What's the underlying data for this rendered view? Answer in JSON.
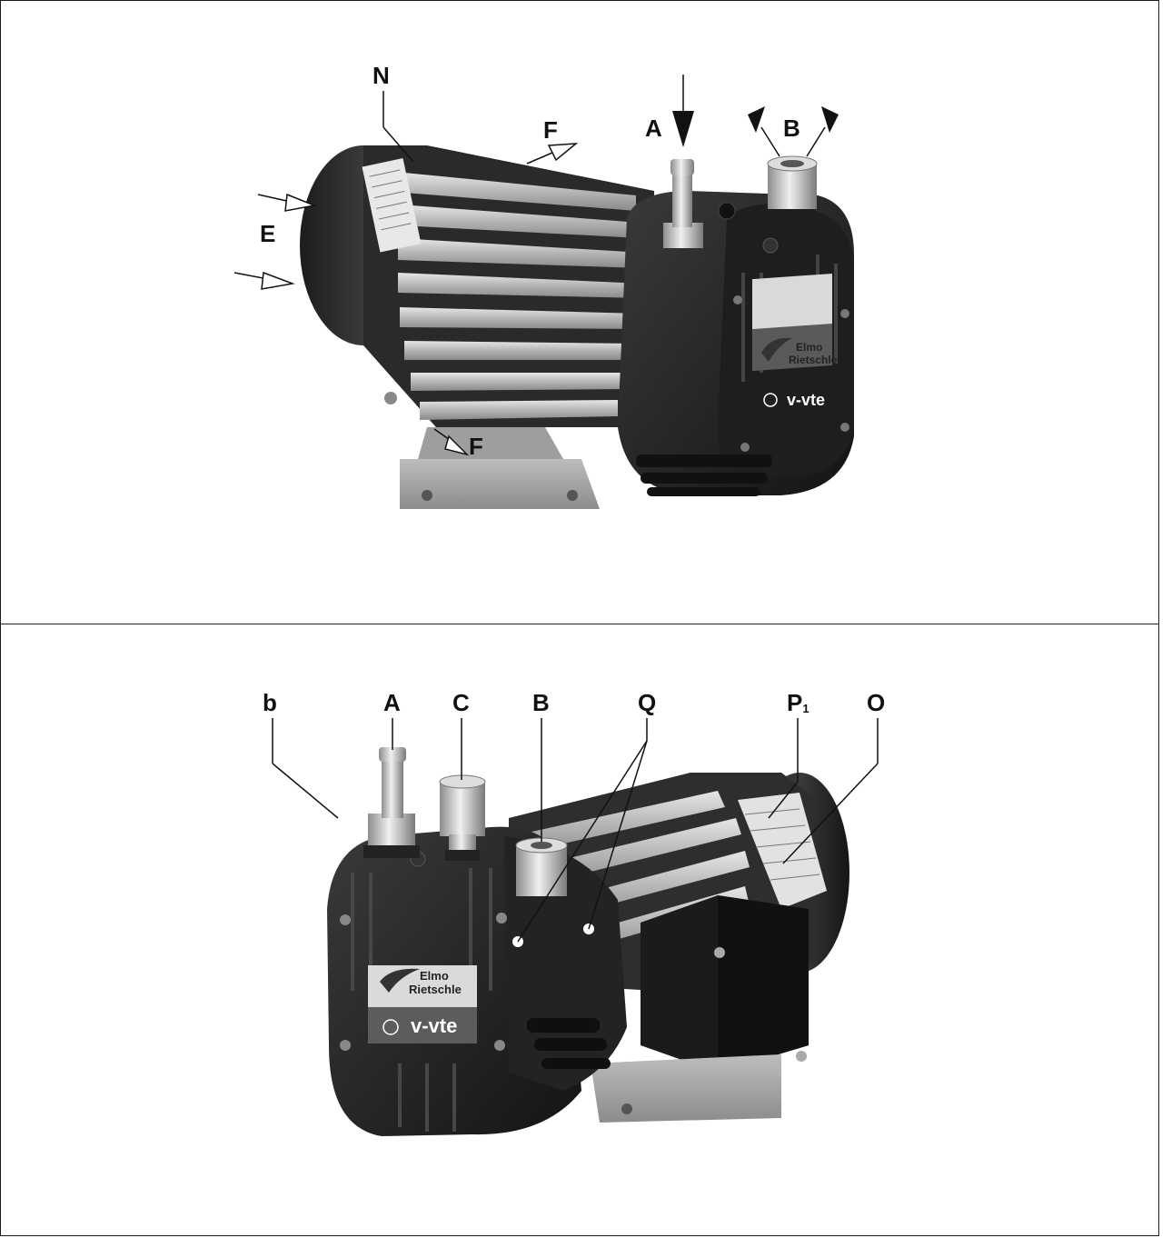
{
  "top_view": {
    "labels": {
      "N": "N",
      "F_top": "F",
      "A": "A",
      "B": "B",
      "E": "E",
      "F_bottom": "F"
    },
    "nameplate": {
      "brand_line1": "Elmo",
      "brand_line2": "Rietschle",
      "model": "v-vte"
    }
  },
  "bottom_view": {
    "labels": {
      "b": "b",
      "A": "A",
      "C": "C",
      "B": "B",
      "Q": "Q",
      "P": "P",
      "P_sub": "1",
      "O": "O"
    },
    "nameplate": {
      "brand_line1": "Elmo",
      "brand_line2": "Rietschle",
      "model": "v-vte"
    }
  }
}
